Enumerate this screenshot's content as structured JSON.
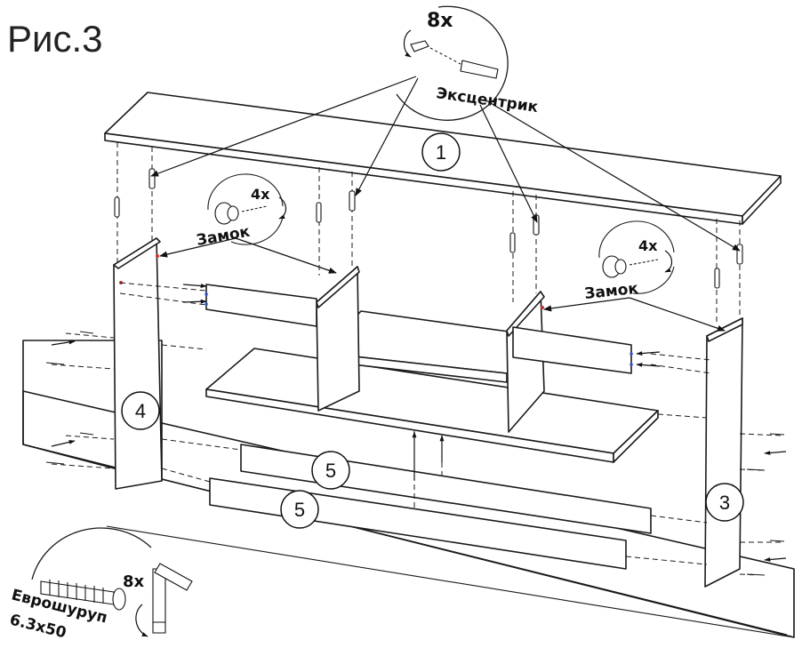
{
  "figure": {
    "title": "Рис.3"
  },
  "callouts": {
    "eccentric": {
      "count": "8х",
      "label": "Эксцентрик"
    },
    "lock_left": {
      "count": "4х",
      "label": "Замок"
    },
    "lock_right": {
      "count": "4х",
      "label": "Замок"
    },
    "euroscrew": {
      "count": "8х",
      "label_line1": "Еврошуруп",
      "label_line2": "6.3х50"
    }
  },
  "parts": {
    "top": "1",
    "right_side": "3",
    "left_side": "4",
    "drawer_upper": "5",
    "drawer_lower": "5"
  },
  "colors": {
    "line": "#1a1a1a",
    "marker_red": "#cc3333",
    "marker_blue": "#3355cc"
  }
}
